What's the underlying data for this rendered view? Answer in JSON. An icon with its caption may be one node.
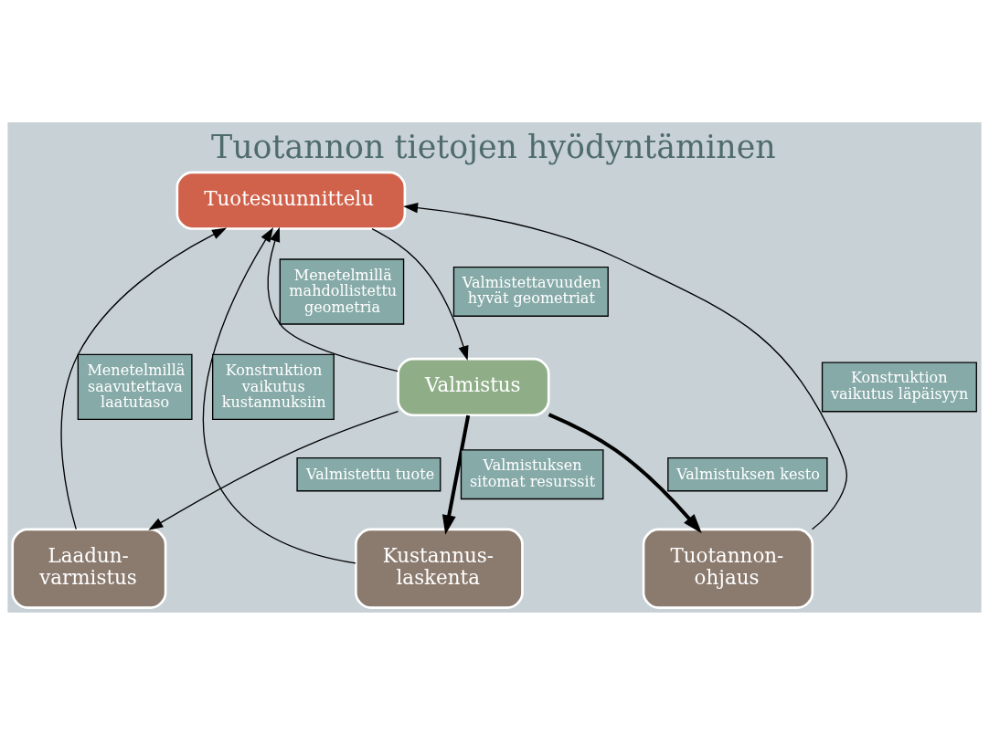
{
  "diagram": {
    "title": "Tuotannon tietojen hyödyntäminen",
    "nodes": [
      {
        "text": [
          "Tuotesuunnittelu"
        ]
      },
      {
        "text": [
          "Valmistus"
        ]
      },
      {
        "text": [
          "Laadun- varmistus"
        ]
      },
      {
        "text": [
          "Tuotannon- ohjaus"
        ]
      },
      {
        "text": [
          "Kustannus- laskenta"
        ]
      }
    ],
    "edges": [
      {
        "from": 0,
        "to": 1,
        "arrow": "to",
        "label": "Valmistettavuuden hyvät geometriat"
      },
      {
        "from": 1,
        "to": 0,
        "arrow": "to",
        "label": "Menetelmillä mahdollistettu geometria"
      },
      {
        "from": 2,
        "to": 0,
        "arrow": "to",
        "label": "Menetelmillä saavutettava laatutaso"
      },
      {
        "from": 1,
        "to": 2,
        "arrow": "to",
        "label": "Valmistettu tuote"
      },
      {
        "from": 3,
        "to": 0,
        "arrow": "to",
        "label": "Konstruktion vaikutus läpäisyyn"
      },
      {
        "from": 1,
        "to": 3,
        "arrow": "to",
        "label": "Valmistuksen kesto",
        "style": "thick"
      },
      {
        "from": 4,
        "to": 0,
        "arrow": "to",
        "label": "Konstruktion vaikutus kustannuksiin"
      },
      {
        "from": 1,
        "to": 4,
        "arrow": "to",
        "label": "Valmistuksen sitomat resurssit",
        "style": "thick"
      }
    ]
  }
}
